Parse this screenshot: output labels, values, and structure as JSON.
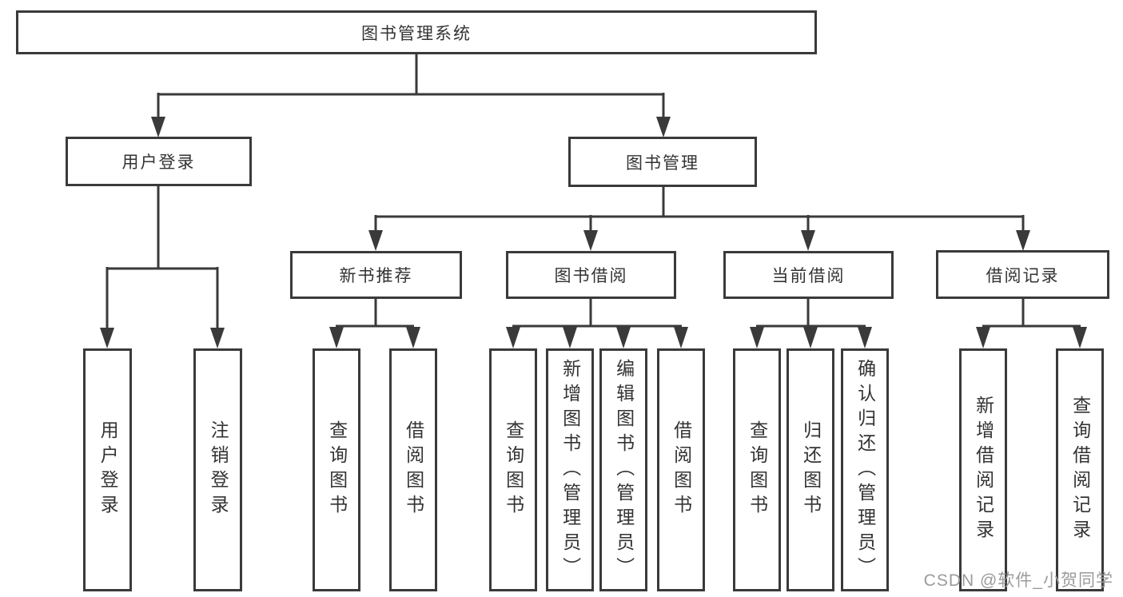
{
  "diagram": {
    "root": {
      "label": "图书管理系统"
    },
    "level2": [
      {
        "label": "用户登录"
      },
      {
        "label": "图书管理"
      }
    ],
    "level3": [
      {
        "label": "新书推荐"
      },
      {
        "label": "图书借阅"
      },
      {
        "label": "当前借阅"
      },
      {
        "label": "借阅记录"
      }
    ],
    "leaves": {
      "user_login": [
        "用户登录",
        "注销登录"
      ],
      "new_books": [
        "查询图书",
        "借阅图书"
      ],
      "book_borrowing": [
        "查询图书",
        "新增图书（管理员）",
        "编辑图书（管理员）",
        "借阅图书"
      ],
      "current_borrowing": [
        "查询图书",
        "归还图书",
        "确认归还（管理员）"
      ],
      "borrowing_records": [
        "新增借阅记录",
        "查询借阅记录"
      ]
    }
  },
  "watermark": {
    "text": "CSDN @软件_小贺同学"
  },
  "colors": {
    "line": "#3a3a3a",
    "text": "#333333",
    "watermark": "#9b9b9b",
    "background": "#ffffff"
  }
}
